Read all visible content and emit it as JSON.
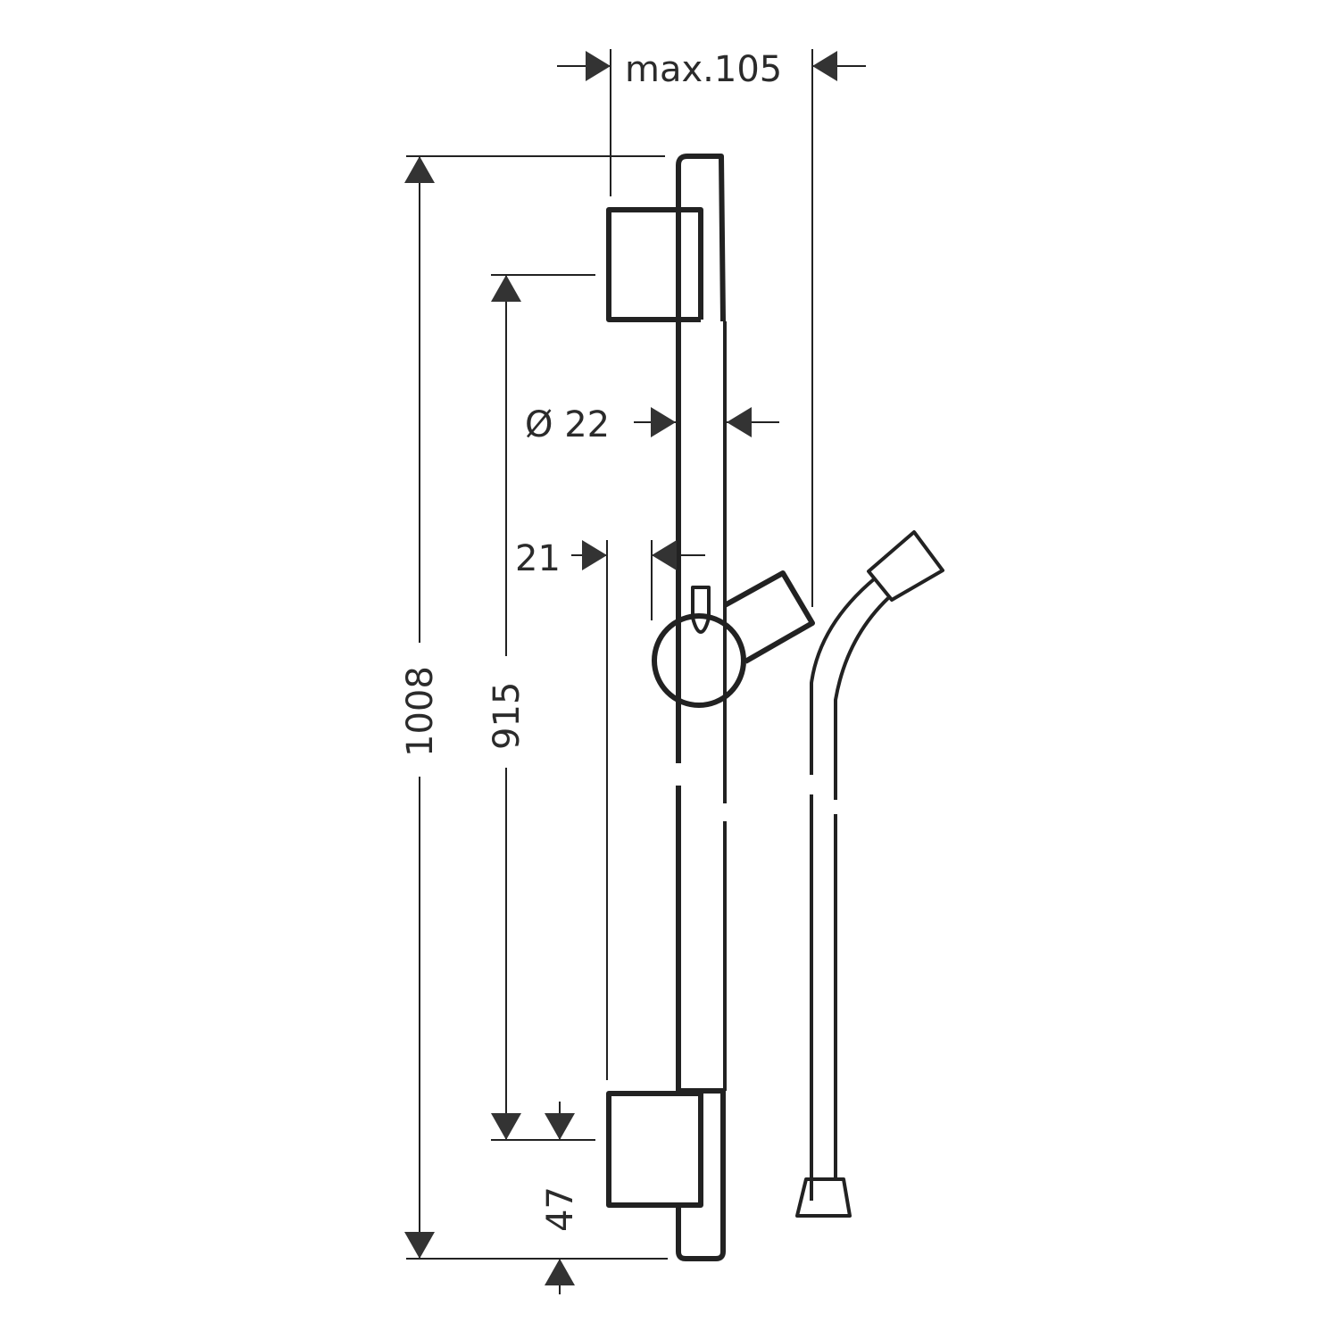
{
  "dimensions": {
    "max_projection": "max.105",
    "overall_height": "1008",
    "bracket_spacing": "915",
    "rail_diameter": "Ø 22",
    "wall_offset": "21",
    "bottom_offset": "47"
  },
  "colors": {
    "line": "#222222",
    "arrow": "#333333",
    "background": "#ffffff"
  }
}
